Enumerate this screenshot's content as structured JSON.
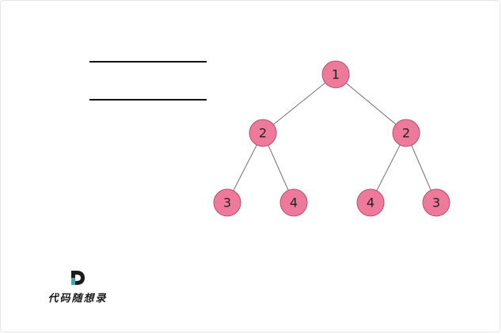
{
  "tree": {
    "nodes": [
      {
        "id": "n1",
        "label": "1"
      },
      {
        "id": "n2",
        "label": "2"
      },
      {
        "id": "n3",
        "label": "2"
      },
      {
        "id": "n4",
        "label": "3"
      },
      {
        "id": "n5",
        "label": "4"
      },
      {
        "id": "n6",
        "label": "4"
      },
      {
        "id": "n7",
        "label": "3"
      }
    ],
    "edges": [
      [
        "n1",
        "n2"
      ],
      [
        "n1",
        "n3"
      ],
      [
        "n2",
        "n4"
      ],
      [
        "n2",
        "n5"
      ],
      [
        "n3",
        "n6"
      ],
      [
        "n3",
        "n7"
      ]
    ],
    "node_color": "#ee7a9b",
    "edge_color": "#707070"
  },
  "logo": {
    "text": "代码随想录",
    "mark_colors": [
      "#1c1c1c",
      "#4aa3a8"
    ]
  }
}
